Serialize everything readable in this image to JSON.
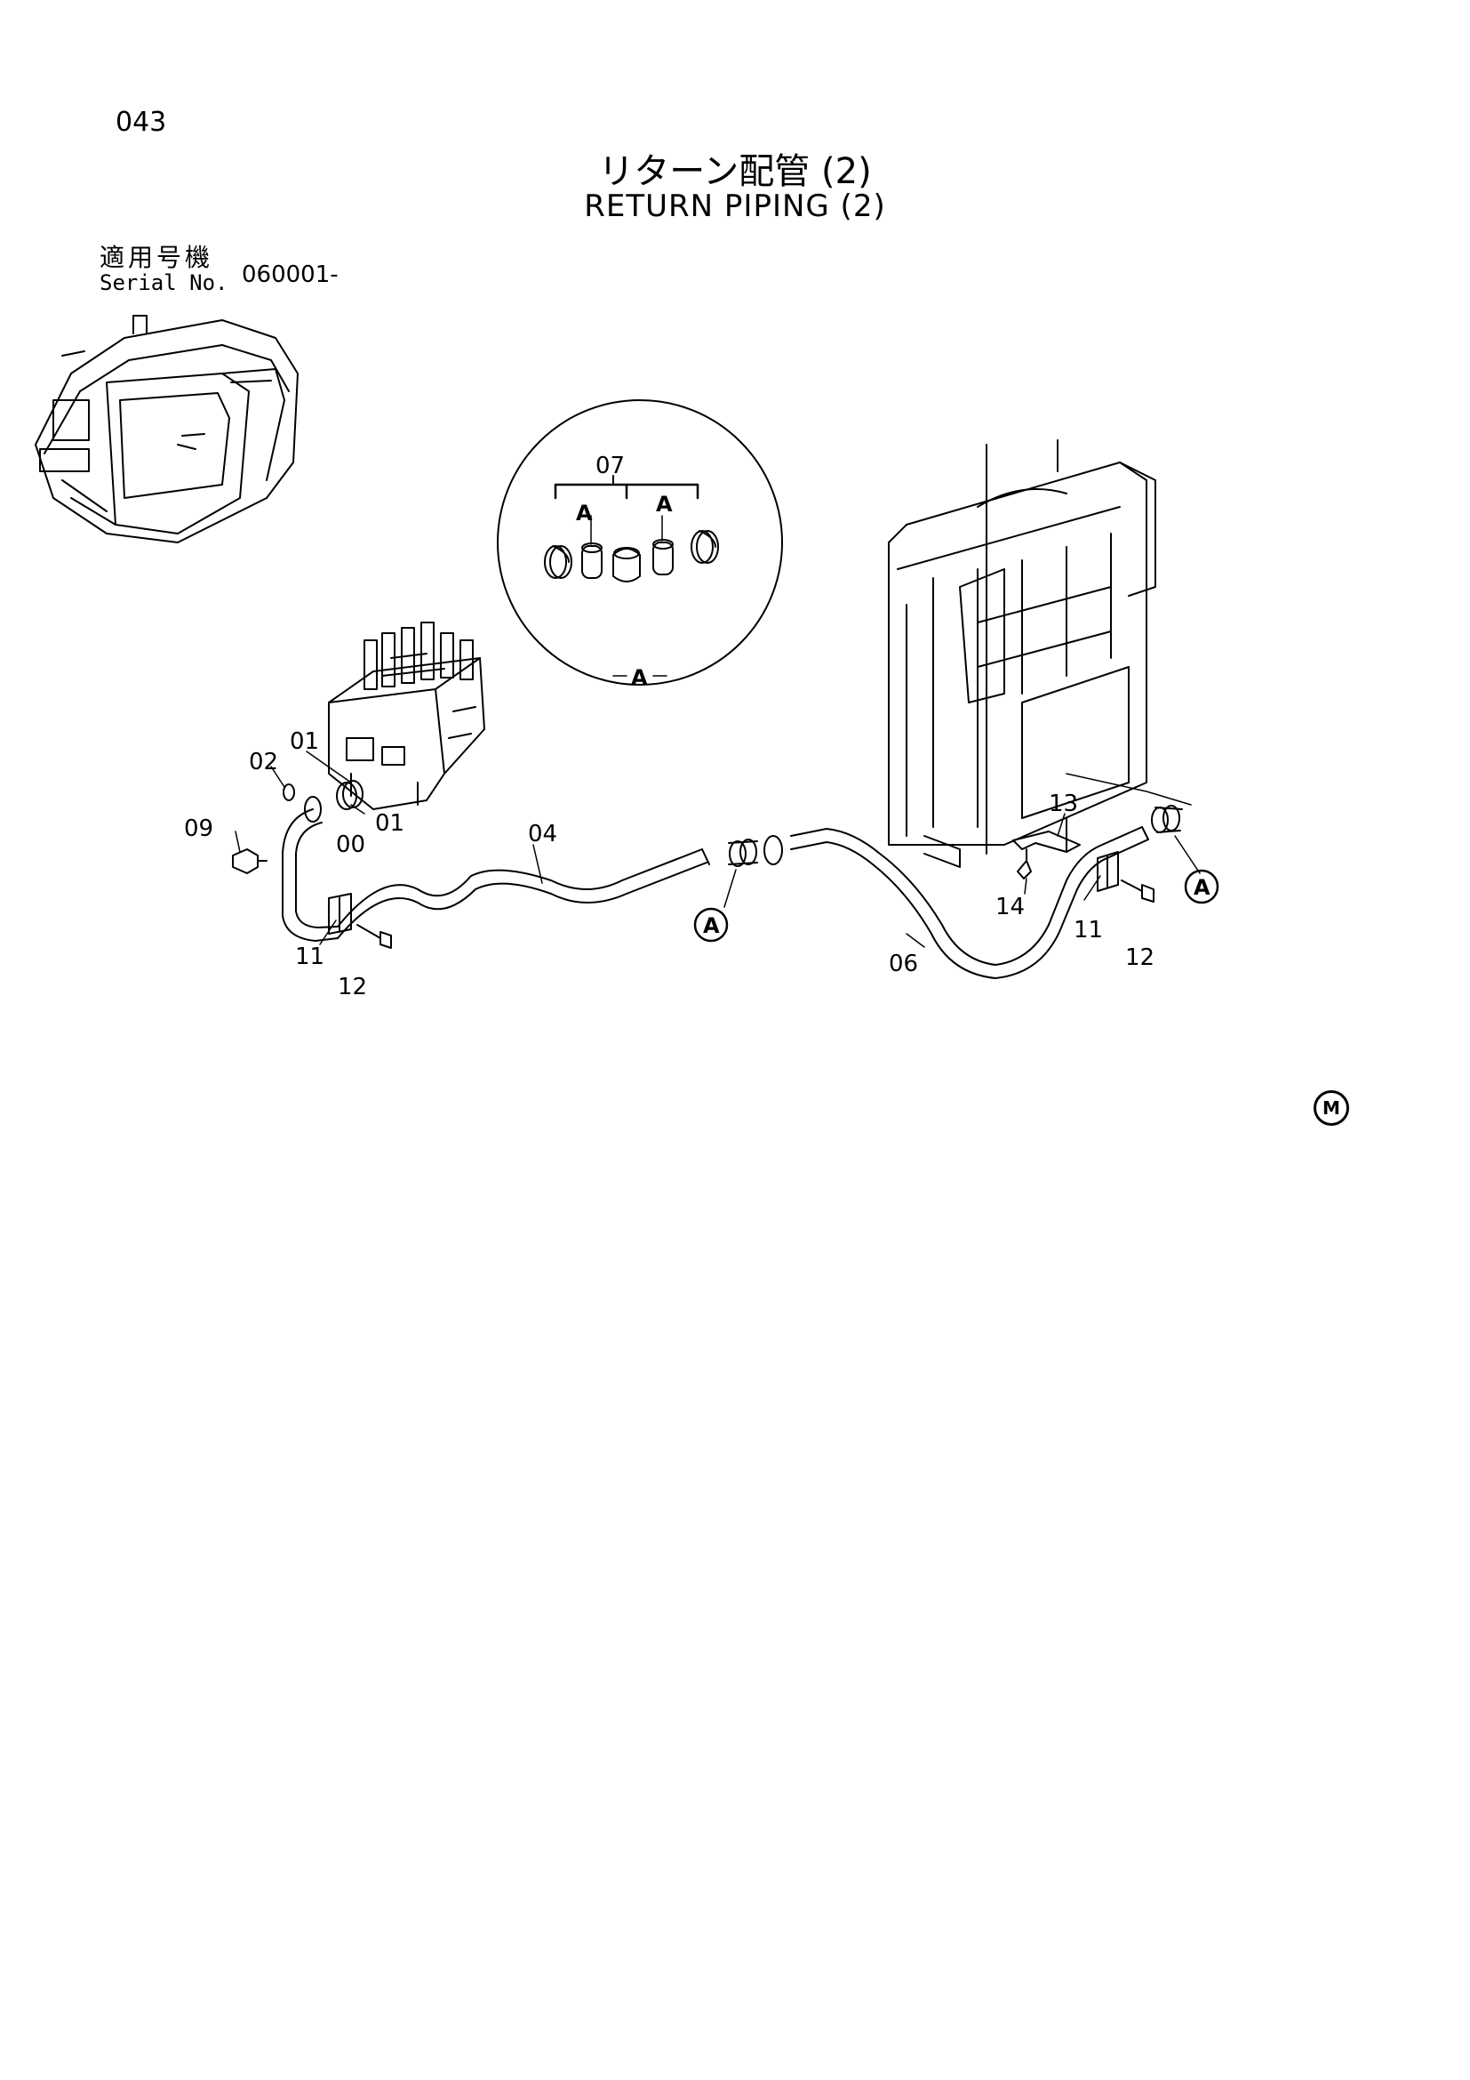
{
  "header": {
    "page_number": "043",
    "title_jp": "リターン配管 (2)",
    "title_en": "RETURN PIPING (2)"
  },
  "serial": {
    "label_jp": "適用号機",
    "label_en": "Serial No.",
    "value": "060001-"
  },
  "detail_view": {
    "part_number": "07",
    "sub_labels": [
      "A",
      "A"
    ],
    "view_label": "A"
  },
  "callouts": {
    "c00": "00",
    "c01a": "01",
    "c01b": "01",
    "c02": "02",
    "c04": "04",
    "c06": "06",
    "c09": "09",
    "c11a": "11",
    "c11b": "11",
    "c12a": "12",
    "c12b": "12",
    "c13": "13",
    "c14": "14",
    "ref_a1": "A",
    "ref_a2": "A"
  },
  "footer_mark": "M"
}
